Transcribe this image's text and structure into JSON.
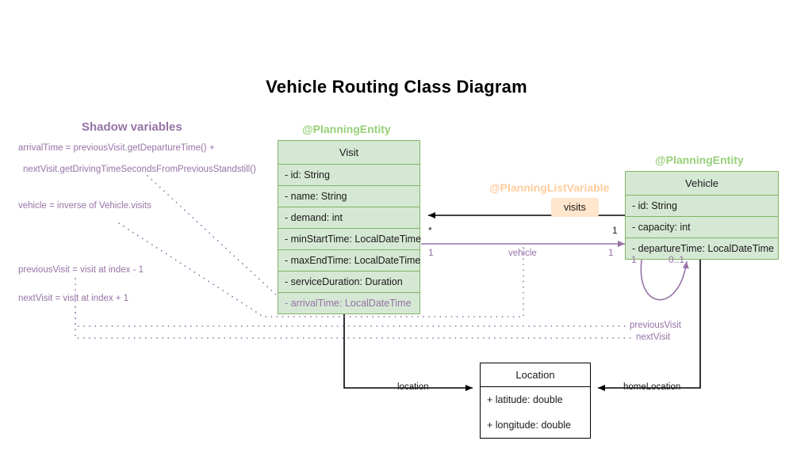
{
  "title": "Vehicle Routing Class Diagram",
  "colors": {
    "class_fill": "#d5e8d4",
    "class_border": "#82b366",
    "stereotype_green": "#97d077",
    "stereotype_orange": "#ffcd9e",
    "shadow_purple": "#9673a6",
    "badge_fill": "#ffe6cc",
    "edge_black": "#000000"
  },
  "shadow_panel": {
    "heading": "Shadow variables",
    "notes": [
      "arrivalTime = previousVisit.getDepartureTime() +",
      "nextVisit.getDrivingTimeSecondsFromPreviousStandstill()",
      "vehicle = inverse of Vehicle.visits",
      "previousVisit = visit at index - 1",
      "nextVisit = visit at index + 1"
    ]
  },
  "classes": {
    "visit": {
      "stereotype": "@PlanningEntity",
      "name": "Visit",
      "attributes": [
        {
          "text": "- id: String",
          "shadow": false
        },
        {
          "text": "- name: String",
          "shadow": false
        },
        {
          "text": "- demand: int",
          "shadow": false
        },
        {
          "text": "- minStartTime: LocalDateTime",
          "shadow": false
        },
        {
          "text": "- maxEndTime: LocalDateTime",
          "shadow": false
        },
        {
          "text": "- serviceDuration: Duration",
          "shadow": false
        },
        {
          "text": "- arrivalTime: LocalDateTime",
          "shadow": true
        }
      ]
    },
    "vehicle": {
      "stereotype": "@PlanningEntity",
      "name": "Vehicle",
      "attributes": [
        {
          "text": "- id: String",
          "shadow": false
        },
        {
          "text": "- capacity: int",
          "shadow": false
        },
        {
          "text": "- departureTime: LocalDateTime",
          "shadow": false
        }
      ]
    },
    "location": {
      "name": "Location",
      "attributes": [
        {
          "text": "+ latitude: double",
          "shadow": false
        },
        {
          "text": "+ longitude: double",
          "shadow": false
        }
      ]
    }
  },
  "associations": {
    "planning_list_variable_stereotype": "@PlanningListVariable",
    "visits_badge": "visits",
    "visits_mult_source": "*",
    "visits_mult_target": "1",
    "vehicle_label": "vehicle",
    "vehicle_mult_source": "1",
    "vehicle_mult_target": "1",
    "self_mult_left": "1",
    "self_mult_right": "0..1",
    "previous_visit_label": "previousVisit",
    "next_visit_label": "nextVisit",
    "location_label": "location",
    "home_location_label": "homeLocation"
  }
}
